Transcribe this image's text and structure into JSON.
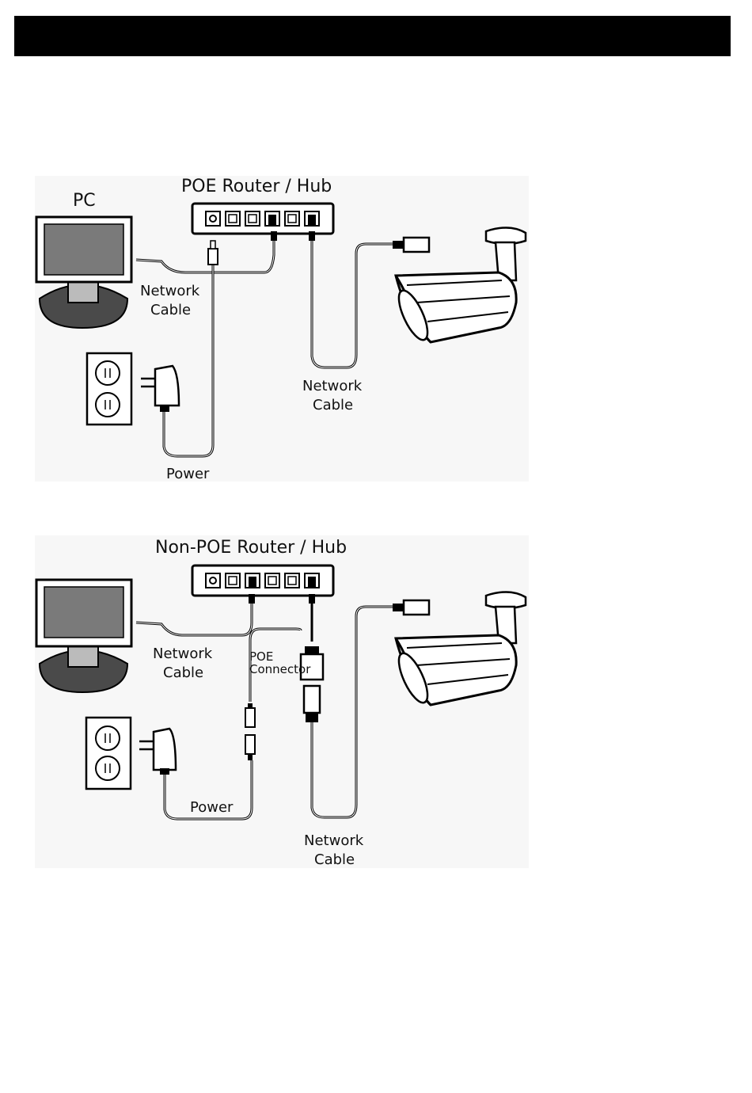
{
  "diagram_poe": {
    "title": "POE Router / Hub",
    "pc_label": "PC",
    "network_cable_pc": [
      "Network",
      "Cable"
    ],
    "network_cable_camera": [
      "Network",
      "Cable"
    ],
    "power_label": "Power"
  },
  "diagram_nonpoe": {
    "title": "Non-POE Router / Hub",
    "network_cable_pc": [
      "Network",
      "Cable"
    ],
    "poe_connector": [
      "POE",
      "Connector"
    ],
    "power_label": "Power",
    "network_cable_camera": [
      "Network",
      "Cable"
    ]
  },
  "colors": {
    "header_bar": "#000000",
    "monitor_screen": "#7a7a7a",
    "monitor_base": "#4a4a4a",
    "panel_bg": "#f7f7f7"
  }
}
